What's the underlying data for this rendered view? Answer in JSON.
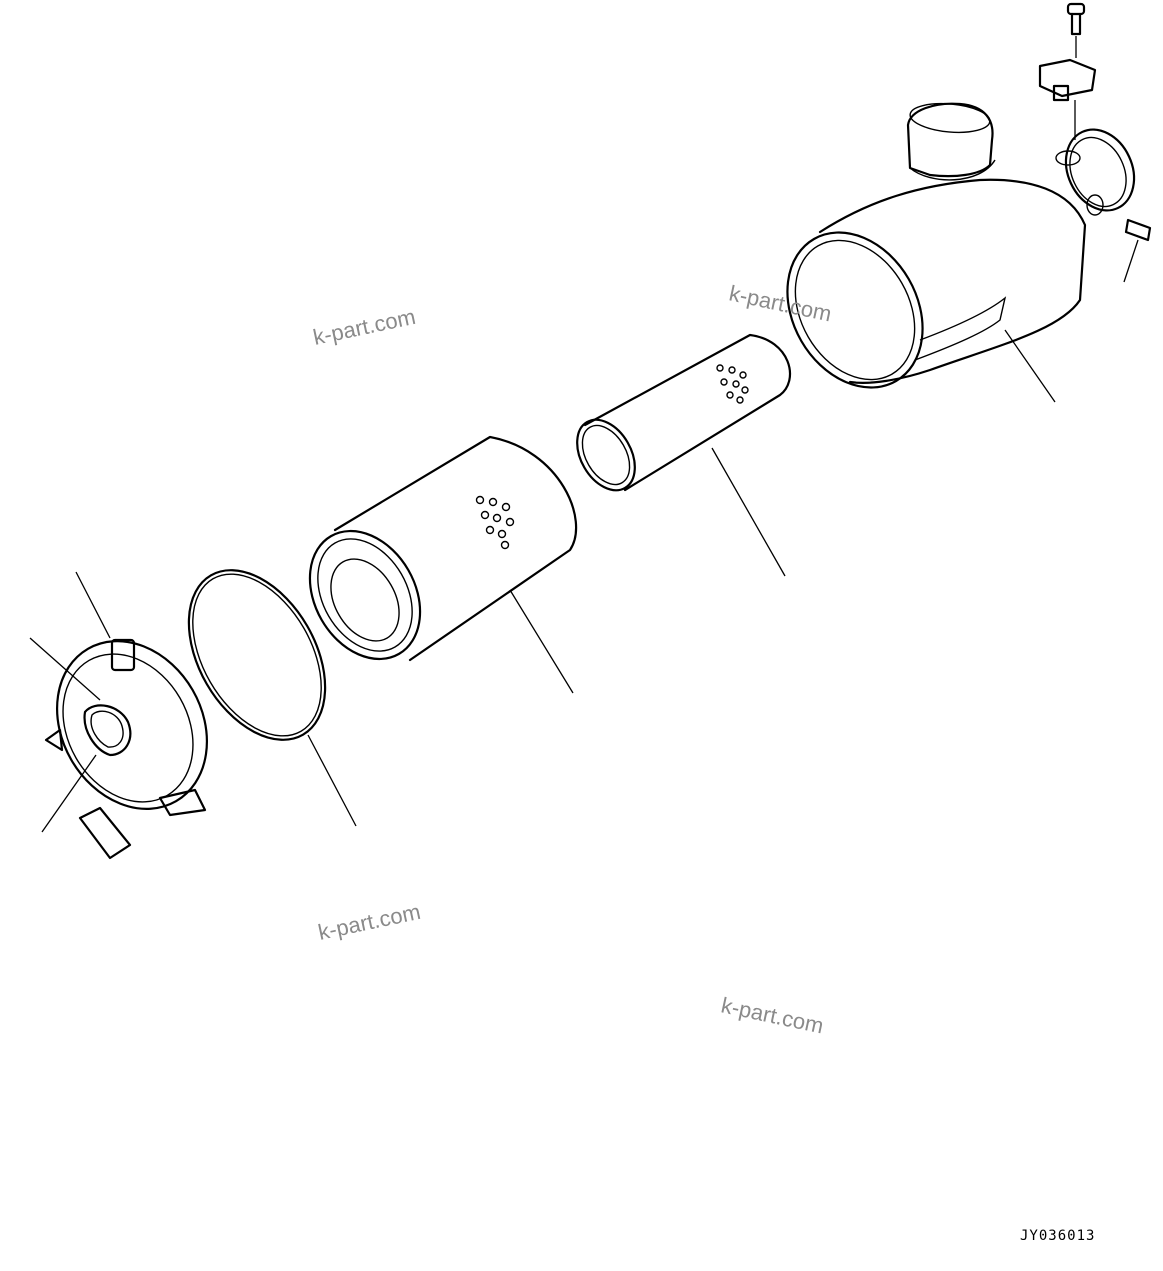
{
  "watermarks": [
    "k-part.com",
    "k-part.com",
    "k-part.com",
    "k-part.com"
  ],
  "drawing_code": "JY036013",
  "parts": [
    {
      "id": "air-cleaner-housing"
    },
    {
      "id": "inner-element"
    },
    {
      "id": "outer-element"
    },
    {
      "id": "gasket-ring"
    },
    {
      "id": "end-cover"
    },
    {
      "id": "bolt"
    },
    {
      "id": "sensor-bracket"
    },
    {
      "id": "plug"
    }
  ]
}
